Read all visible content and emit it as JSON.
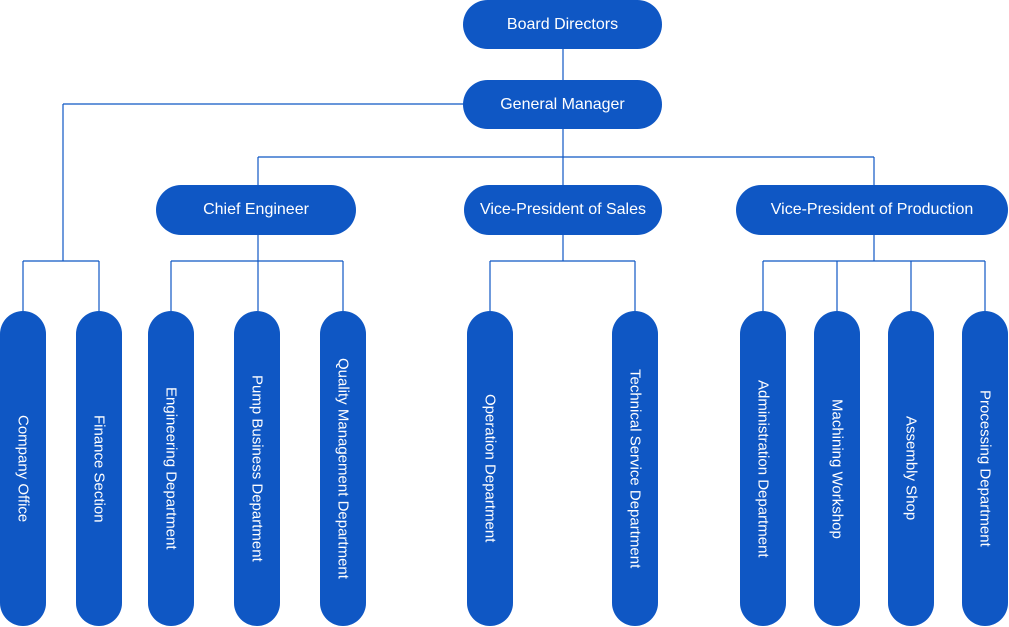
{
  "board": "Board Directors",
  "gm": "General Manager",
  "chief": "Chief Engineer",
  "vps": "Vice-President of Sales",
  "vpp": "Vice-President of Production",
  "depts": {
    "company_office": "Company Office",
    "finance": "Finance Section",
    "engineering": "Engineering Department",
    "pump": "Pump Business Department",
    "quality": "Quality Management Department",
    "operation": "Operation Department",
    "technical": "Technical Service Department",
    "administration": "Administration Department",
    "machining": "Machining Workshop",
    "assembly": "Assembly Shop",
    "processing": "Processing Department"
  },
  "colors": {
    "node": "#0f57c4",
    "connector": "#0f57c4",
    "text": "#ffffff"
  }
}
